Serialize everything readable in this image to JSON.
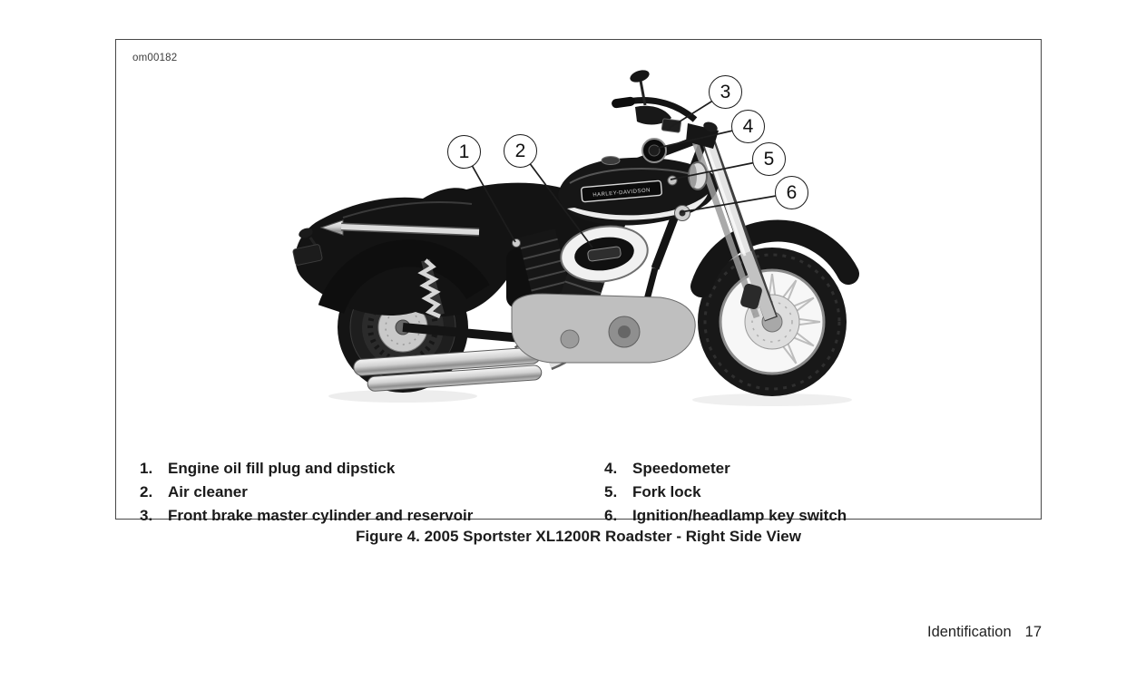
{
  "figure": {
    "image_id": "om00182",
    "caption": "Figure 4. 2005 Sportster XL1200R Roadster - Right Side View",
    "tank_logo": "HARLEY-DAVIDSON",
    "callouts": [
      "1",
      "2",
      "3",
      "4",
      "5",
      "6"
    ]
  },
  "legend": {
    "left": [
      {
        "num": "1.",
        "label": "Engine oil fill plug and dipstick"
      },
      {
        "num": "2.",
        "label": "Air cleaner"
      },
      {
        "num": "3.",
        "label": "Front brake master cylinder and reservoir"
      }
    ],
    "right": [
      {
        "num": "4.",
        "label": "Speedometer"
      },
      {
        "num": "5.",
        "label": "Fork lock"
      },
      {
        "num": "6.",
        "label": "Ignition/headlamp key switch"
      }
    ]
  },
  "footer": {
    "section": "Identification",
    "page_number": "17"
  },
  "colors": {
    "background": "#ffffff",
    "box_border": "#474747",
    "text": "#1a1a1a",
    "bike_dark": "#141414",
    "chrome": "#d9d9d9"
  }
}
